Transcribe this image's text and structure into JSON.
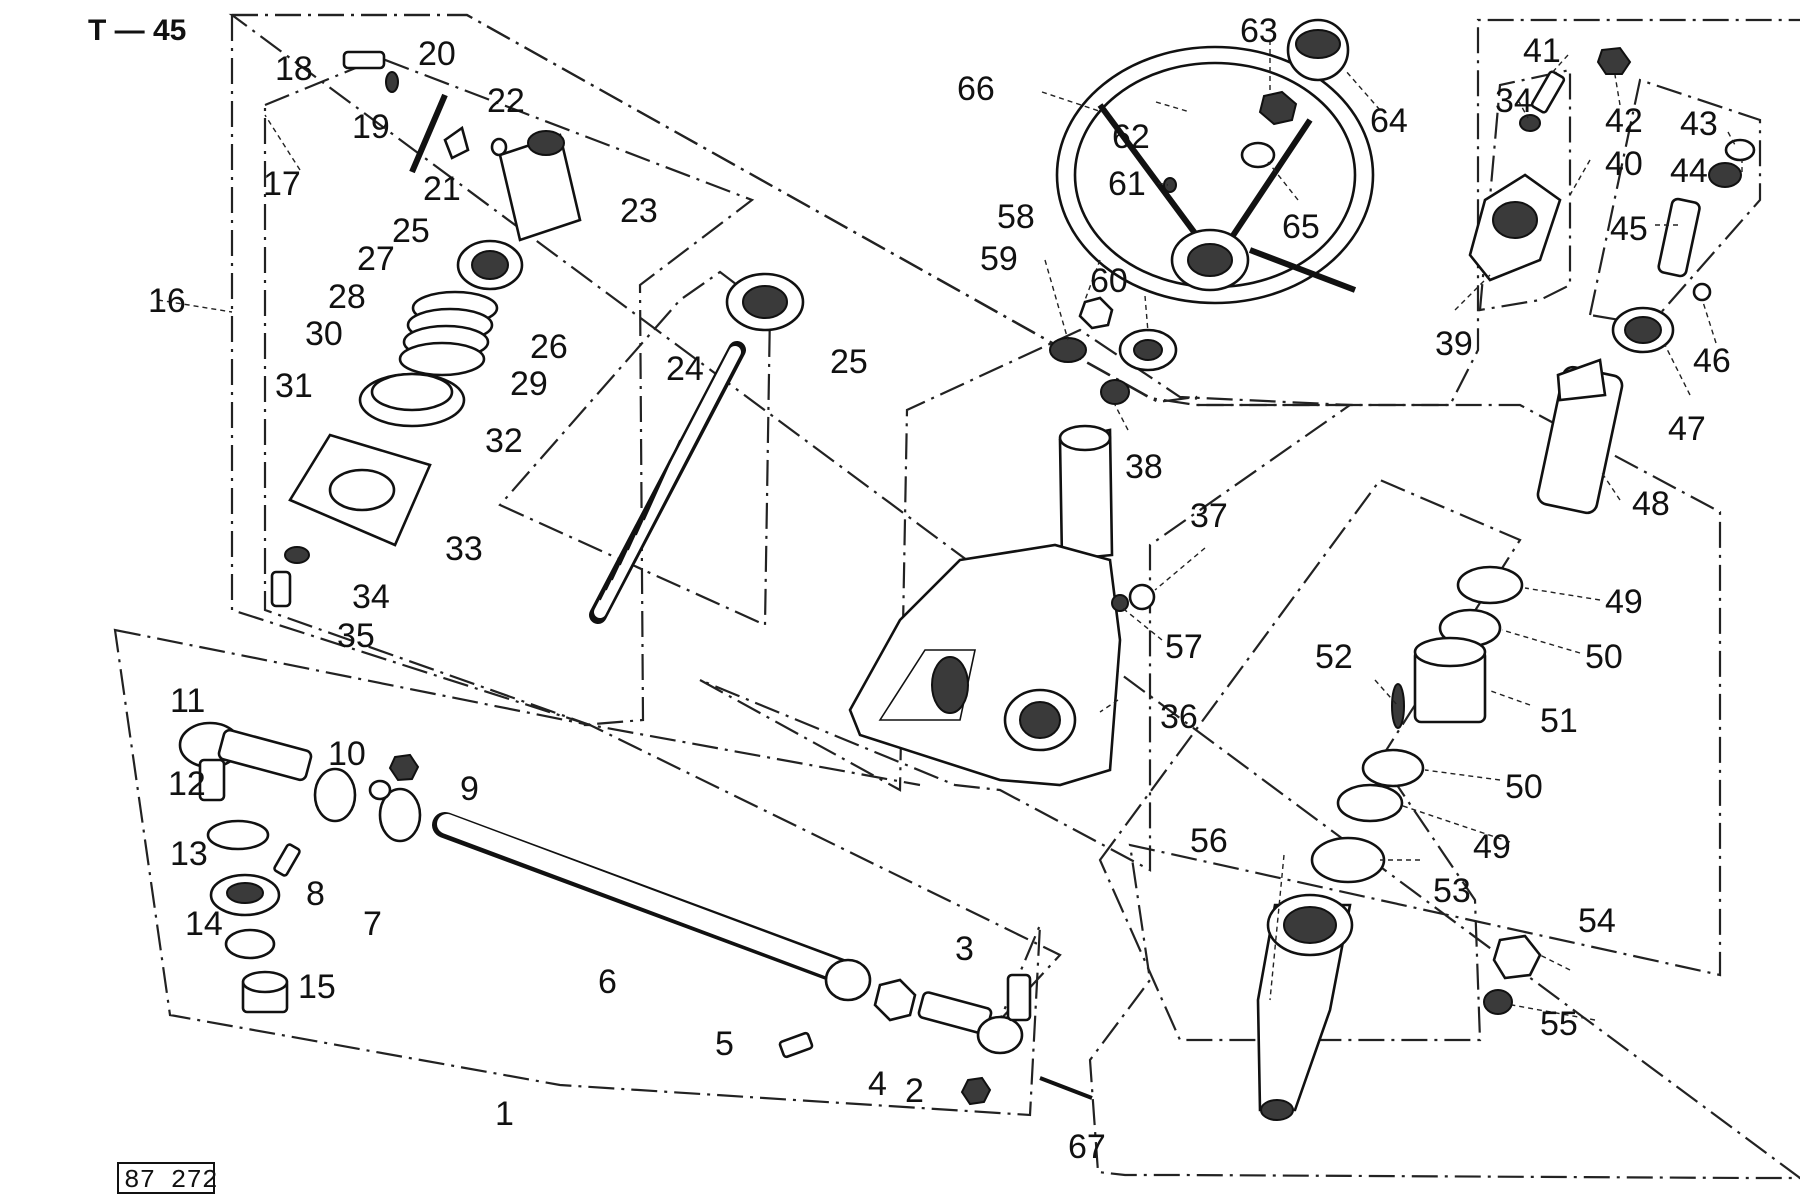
{
  "sheet_tag": "T — 45",
  "drawing_number": "87 272",
  "callouts": [
    {
      "id": "1",
      "text": "1"
    },
    {
      "id": "2",
      "text": "2"
    },
    {
      "id": "3",
      "text": "3"
    },
    {
      "id": "4",
      "text": "4"
    },
    {
      "id": "5",
      "text": "5"
    },
    {
      "id": "6",
      "text": "6"
    },
    {
      "id": "7",
      "text": "7"
    },
    {
      "id": "8",
      "text": "8"
    },
    {
      "id": "9",
      "text": "9"
    },
    {
      "id": "10",
      "text": "10"
    },
    {
      "id": "11",
      "text": "11"
    },
    {
      "id": "12",
      "text": "12"
    },
    {
      "id": "13",
      "text": "13"
    },
    {
      "id": "14",
      "text": "14"
    },
    {
      "id": "15",
      "text": "15"
    },
    {
      "id": "16",
      "text": "16"
    },
    {
      "id": "17",
      "text": "17"
    },
    {
      "id": "18",
      "text": "18"
    },
    {
      "id": "19",
      "text": "19"
    },
    {
      "id": "20",
      "text": "20"
    },
    {
      "id": "21",
      "text": "21"
    },
    {
      "id": "22",
      "text": "22"
    },
    {
      "id": "23",
      "text": "23"
    },
    {
      "id": "24",
      "text": "24"
    },
    {
      "id": "25a",
      "text": "25"
    },
    {
      "id": "25b",
      "text": "25"
    },
    {
      "id": "26",
      "text": "26"
    },
    {
      "id": "27",
      "text": "27"
    },
    {
      "id": "28",
      "text": "28"
    },
    {
      "id": "29",
      "text": "29"
    },
    {
      "id": "30",
      "text": "30"
    },
    {
      "id": "31",
      "text": "31"
    },
    {
      "id": "32",
      "text": "32"
    },
    {
      "id": "33",
      "text": "33"
    },
    {
      "id": "34a",
      "text": "34"
    },
    {
      "id": "34b",
      "text": "34"
    },
    {
      "id": "35",
      "text": "35"
    },
    {
      "id": "36",
      "text": "36"
    },
    {
      "id": "37",
      "text": "37"
    },
    {
      "id": "38",
      "text": "38"
    },
    {
      "id": "39",
      "text": "39"
    },
    {
      "id": "40",
      "text": "40"
    },
    {
      "id": "41",
      "text": "41"
    },
    {
      "id": "42",
      "text": "42"
    },
    {
      "id": "43",
      "text": "43"
    },
    {
      "id": "44",
      "text": "44"
    },
    {
      "id": "45",
      "text": "45"
    },
    {
      "id": "46",
      "text": "46"
    },
    {
      "id": "47",
      "text": "47"
    },
    {
      "id": "48",
      "text": "48"
    },
    {
      "id": "49a",
      "text": "49"
    },
    {
      "id": "49b",
      "text": "49"
    },
    {
      "id": "50a",
      "text": "50"
    },
    {
      "id": "50b",
      "text": "50"
    },
    {
      "id": "51",
      "text": "51"
    },
    {
      "id": "52",
      "text": "52"
    },
    {
      "id": "53",
      "text": "53"
    },
    {
      "id": "54",
      "text": "54"
    },
    {
      "id": "55",
      "text": "55"
    },
    {
      "id": "56",
      "text": "56"
    },
    {
      "id": "57",
      "text": "57"
    },
    {
      "id": "58",
      "text": "58"
    },
    {
      "id": "59",
      "text": "59"
    },
    {
      "id": "60",
      "text": "60"
    },
    {
      "id": "61",
      "text": "61"
    },
    {
      "id": "62",
      "text": "62"
    },
    {
      "id": "63",
      "text": "63"
    },
    {
      "id": "64",
      "text": "64"
    },
    {
      "id": "65",
      "text": "65"
    },
    {
      "id": "66",
      "text": "66"
    },
    {
      "id": "67",
      "text": "67"
    }
  ]
}
